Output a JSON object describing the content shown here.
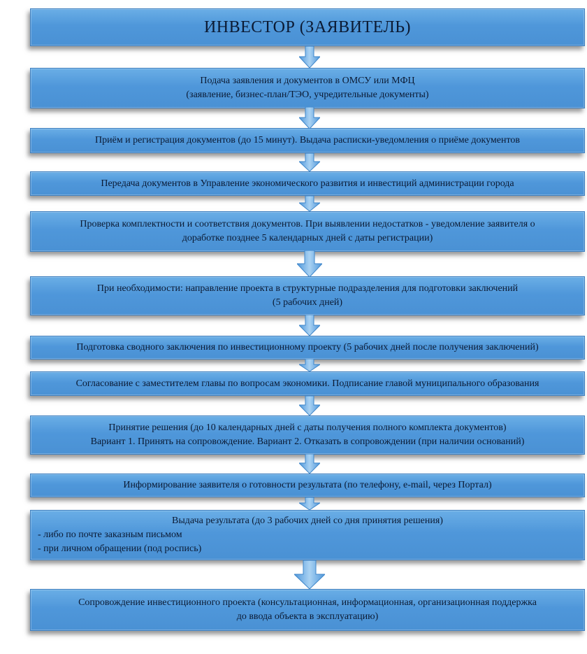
{
  "steps": [
    {
      "id": "investor",
      "lines": [
        "ИНВЕСТОР (ЗАЯВИТЕЛЬ)"
      ]
    },
    {
      "id": "submit",
      "lines": [
        "Подача заявления и документов в ОМСУ или МФЦ",
        "(заявление, бизнес-план/ТЭО, учредительные документы)"
      ]
    },
    {
      "id": "register",
      "lines": [
        "Приём и регистрация документов (до 15 минут). Выдача расписки-уведомления о приёме документов"
      ]
    },
    {
      "id": "transfer",
      "lines": [
        "Передача документов в Управление экономического развития и инвестиций администрации города"
      ]
    },
    {
      "id": "check",
      "lines": [
        "Проверка комплектности и соответствия документов. При выявлении недостатков - уведомление заявителя о",
        "доработке позднее 5 календарных дней с даты регистрации)"
      ]
    },
    {
      "id": "direct",
      "lines": [
        "При необходимости: направление проекта в структурные подразделения для подготовки заключений",
        "(5 рабочих дней)"
      ]
    },
    {
      "id": "summary",
      "lines": [
        "Подготовка сводного заключения по инвестиционному проекту (5 рабочих дней после получения заключений)"
      ]
    },
    {
      "id": "approve",
      "lines": [
        "Согласование с заместителем главы по вопросам экономики. Подписание главой муниципального образования"
      ]
    },
    {
      "id": "decision",
      "lines": [
        "Принятие решения (до 10 календарных дней с даты получения полного комплекта документов)",
        "Вариант 1. Принять на сопровождение. Вариант 2. Отказать в сопровождении (при наличии оснований)"
      ]
    },
    {
      "id": "inform",
      "lines": [
        "Информирование заявителя о готовности результата (по телефону, e-mail, через Портал)"
      ]
    },
    {
      "id": "issue",
      "lines": [
        "Выдача результата (до 3 рабочих дней со дня принятия решения)",
        "- либо по почте заказным письмом",
        "- при личном обращении (под роспись)"
      ]
    },
    {
      "id": "support",
      "lines": [
        "Сопровождение инвестиционного проекта (консультационная, информационная, организационная поддержка",
        "до ввода объекта в эксплуатацию)"
      ]
    }
  ],
  "colors": {
    "box": "#4f97da",
    "arrow": "#6aaee6",
    "text": "#0b1a33"
  }
}
